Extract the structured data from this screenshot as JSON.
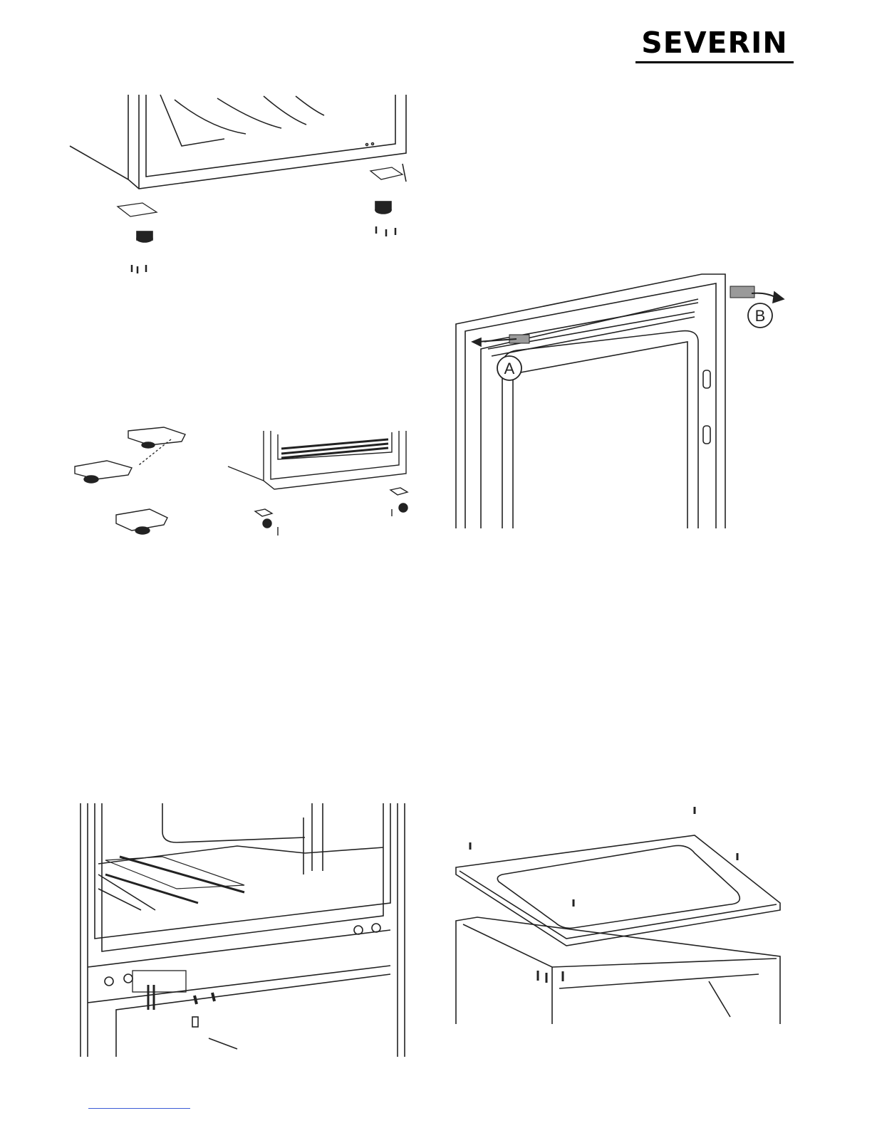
{
  "brand": {
    "logo_text": "SEVERIN"
  },
  "figures": [
    {
      "id": "fig-feet-removal",
      "callouts": []
    },
    {
      "id": "fig-door-top-hinge",
      "callouts": [
        "A",
        "B"
      ]
    },
    {
      "id": "fig-hinge-swap",
      "callouts": []
    },
    {
      "id": "fig-bottom-hinge",
      "callouts": []
    },
    {
      "id": "fig-top-cover",
      "callouts": []
    }
  ],
  "colors": {
    "line": "#222222",
    "shade": "#9a9a9a",
    "footer_link": "#3b5bd6"
  }
}
